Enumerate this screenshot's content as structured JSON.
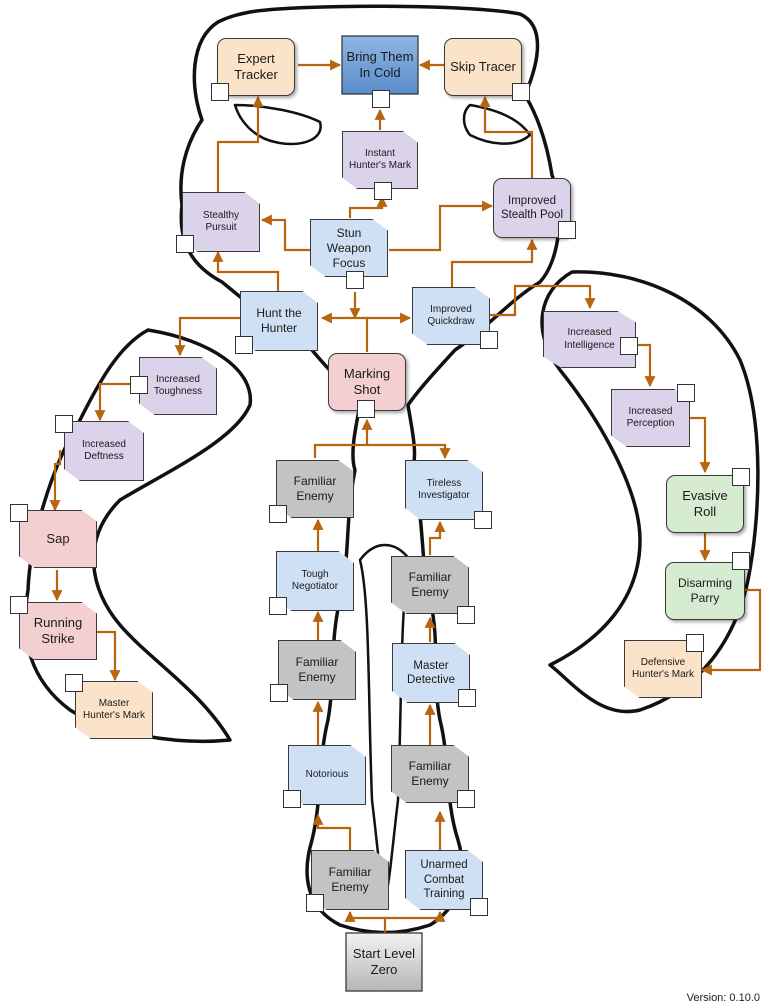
{
  "nodes": {
    "expert_tracker": "Expert Tracker",
    "bring_them_in_cold": "Bring Them In Cold",
    "skip_tracer": "Skip Tracer",
    "instant_hunters_mark": "Instant Hunter's Mark",
    "stealthy_pursuit": "Stealthy Pursuit",
    "improved_stealth_pool": "Improved Stealth Pool",
    "stun_weapon_focus": "Stun Weapon Focus",
    "hunt_the_hunter": "Hunt the Hunter",
    "improved_quickdraw": "Improved Quickdraw",
    "increased_intelligence": "Increased Intelligence",
    "marking_shot": "Marking Shot",
    "increased_toughness": "Increased Toughness",
    "increased_deftness": "Increased Deftness",
    "increased_perception": "Increased Perception",
    "sap": "Sap",
    "running_strike": "Running Strike",
    "master_hunters_mark": "Master Hunter's Mark",
    "familiar_enemy_1": "Familiar Enemy",
    "tireless_investigator": "Tireless Investigator",
    "evasive_roll": "Evasive Roll",
    "tough_negotiator": "Tough Negotiator",
    "familiar_enemy_2": "Familiar Enemy",
    "disarming_parry": "Disarming Parry",
    "defensive_hunters_mark": "Defensive Hunter's Mark",
    "familiar_enemy_3": "Familiar Enemy",
    "master_detective": "Master Detective",
    "notorious": "Notorious",
    "familiar_enemy_4": "Familiar Enemy",
    "familiar_enemy_5": "Familiar Enemy",
    "unarmed_combat_training": "Unarmed Combat Training",
    "start_level_zero": "Start Level Zero"
  },
  "footer": {
    "version": "Version: 0.10.0"
  },
  "colors": {
    "arrow": "#b8650f",
    "outline": "#111111",
    "green": "#d6ecd0",
    "peach": "#fbe3c9",
    "blue": "#cfe0f4",
    "lavender": "#dad3ea",
    "pink": "#f3cfd2",
    "gray": "#c3c3c3"
  }
}
